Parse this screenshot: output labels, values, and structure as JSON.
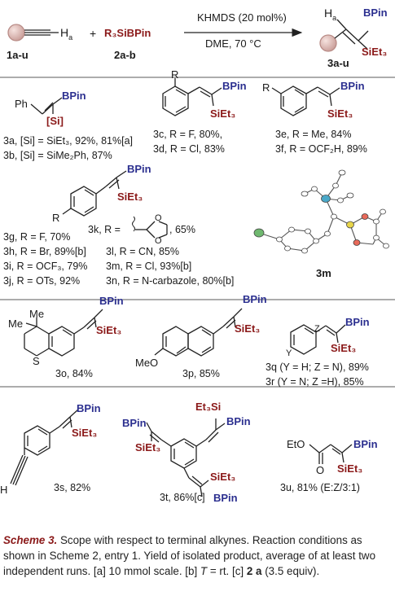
{
  "reaction": {
    "reagent_top": "KHMDS (20 mol%)",
    "reagent_bottom": "DME, 70 °C",
    "alkyne_label": "1a-u",
    "silylboronate": "R₃SiBPin",
    "silylboronate_label": "2a-b",
    "product_label": "3a-u",
    "Ha": "H",
    "Ha_sub": "a",
    "plus": "+"
  },
  "groups": {
    "bpin": "BPin",
    "siet3": "SiEt₃",
    "etsi": "Et₃Si",
    "si_generic": "[Si]",
    "ph": "Ph",
    "r": "R",
    "me": "Me",
    "meo": "MeO",
    "eto": "EtO",
    "o": "O",
    "s": "S",
    "yz": "Y",
    "zz": "Z",
    "h": "H"
  },
  "entries": {
    "e3a": "3a, [Si] = SiEt₃, 92%, 81%[a]",
    "e3b": "3b, [Si] = SiMe₂Ph, 87%",
    "e3c": "3c, R = F, 80%,",
    "e3d": "3d, R = Cl, 83%",
    "e3e": "3e, R = Me, 84%",
    "e3f": "3f, R = OCF₂H, 89%",
    "e3g": "3g, R = F, 70%",
    "e3h": "3h, R = Br, 89%[b]",
    "e3i": "3i, R = OCF₃, 79%",
    "e3j": "3j, R = OTs, 92%",
    "e3k": "3k, R =",
    "e3k_yield": ", 65%",
    "e3l": "3l, R = CN, 85%",
    "e3m": "3m, R = Cl, 93%[b]",
    "e3n": "3n, R = N-carbazole, 80%[b]",
    "xray_label": "3m",
    "e3o": "3o, 84%",
    "e3p": "3p, 85%",
    "e3q": "3q (Y = H; Z = N), 89%",
    "e3r": "3r (Y = N; Z =H), 85%",
    "e3s": "3s, 82%",
    "e3t": "3t, 86%[c]",
    "e3u": "3u, 81% (E:Z/3:1)"
  },
  "caption": {
    "scheme": "Scheme 3.",
    "text1": " Scope with respect to terminal alkynes. Reaction conditions as shown in Scheme 2, entry 1. Yield of isolated product, average of at least two independent runs. [a] 10 mmol scale. [b] ",
    "T": "T",
    "text2": " = rt. [c] ",
    "reagent": "2 a",
    "text3": " (3.5 equiv)."
  }
}
